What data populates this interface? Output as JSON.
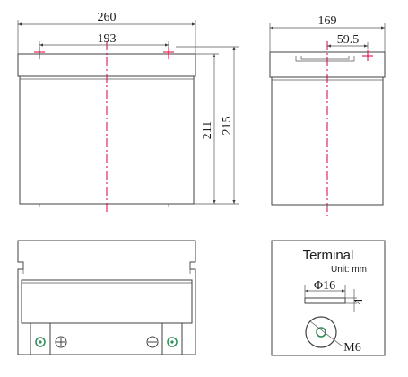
{
  "dimensions": {
    "front_width": "260",
    "terminal_spacing": "193",
    "case_height": "211",
    "total_height": "215",
    "side_width": "169",
    "terminal_offset": "59.5"
  },
  "terminal_box": {
    "title": "Terminal",
    "unit": "Unit: mm",
    "diameter": "Φ16",
    "thickness": "4",
    "bolt": "M6"
  },
  "colors": {
    "outline": "#404040",
    "centerline": "#d9003a",
    "positive_terminal": "#2e8b57"
  }
}
